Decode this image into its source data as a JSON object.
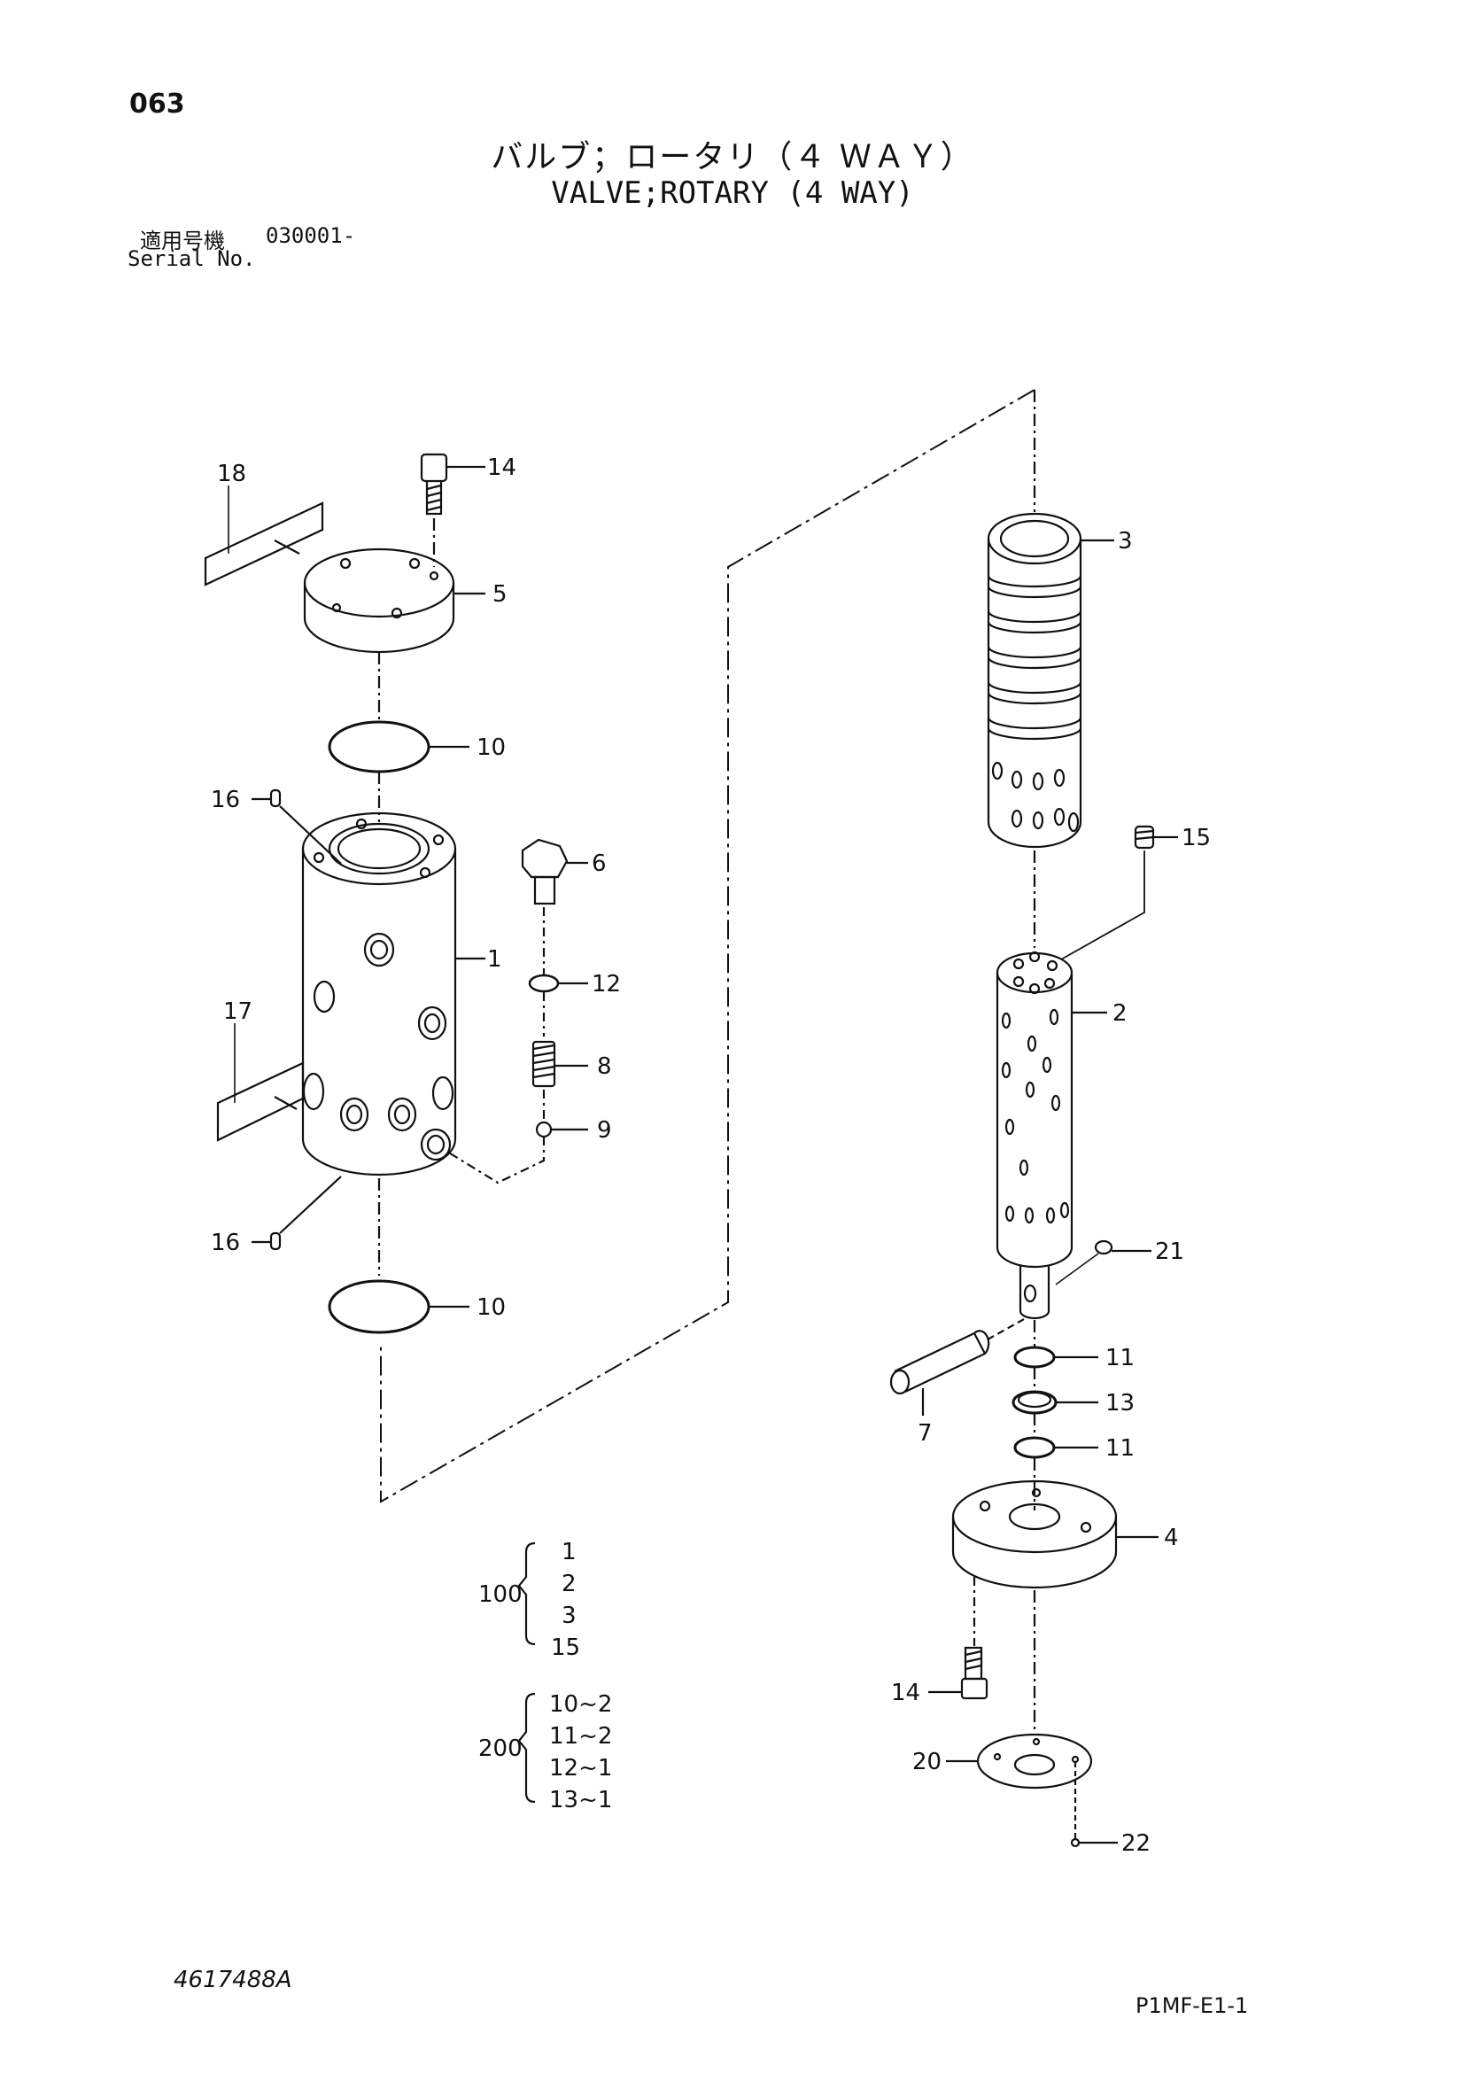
{
  "header": {
    "page_number": "063",
    "title_jp": "バルブ；ロータリ（４ ＷＡＹ）",
    "title_en": "VALVE;ROTARY (4 WAY)",
    "serial_label_jp": "適用号機",
    "serial_value": "030001-",
    "serial_label_en": "Serial No."
  },
  "callouts": {
    "c1": "1",
    "c2": "2",
    "c3": "3",
    "c4": "4",
    "c5": "5",
    "c6": "6",
    "c7": "7",
    "c8": "8",
    "c9": "9",
    "c10a": "10",
    "c10b": "10",
    "c11a": "11",
    "c11b": "11",
    "c12": "12",
    "c13": "13",
    "c14a": "14",
    "c14b": "14",
    "c15": "15",
    "c16a": "16",
    "c16b": "16",
    "c17": "17",
    "c18": "18",
    "c20": "20",
    "c21": "21",
    "c22": "22"
  },
  "kits": {
    "kit100": {
      "label": "100",
      "items": [
        "1",
        "2",
        "3",
        "15"
      ]
    },
    "kit200": {
      "label": "200",
      "items": [
        "10~2",
        "11~2",
        "12~1",
        "13~1"
      ]
    }
  },
  "footer": {
    "doc_number": "4617488A",
    "reference": "P1MF-E1-1"
  }
}
